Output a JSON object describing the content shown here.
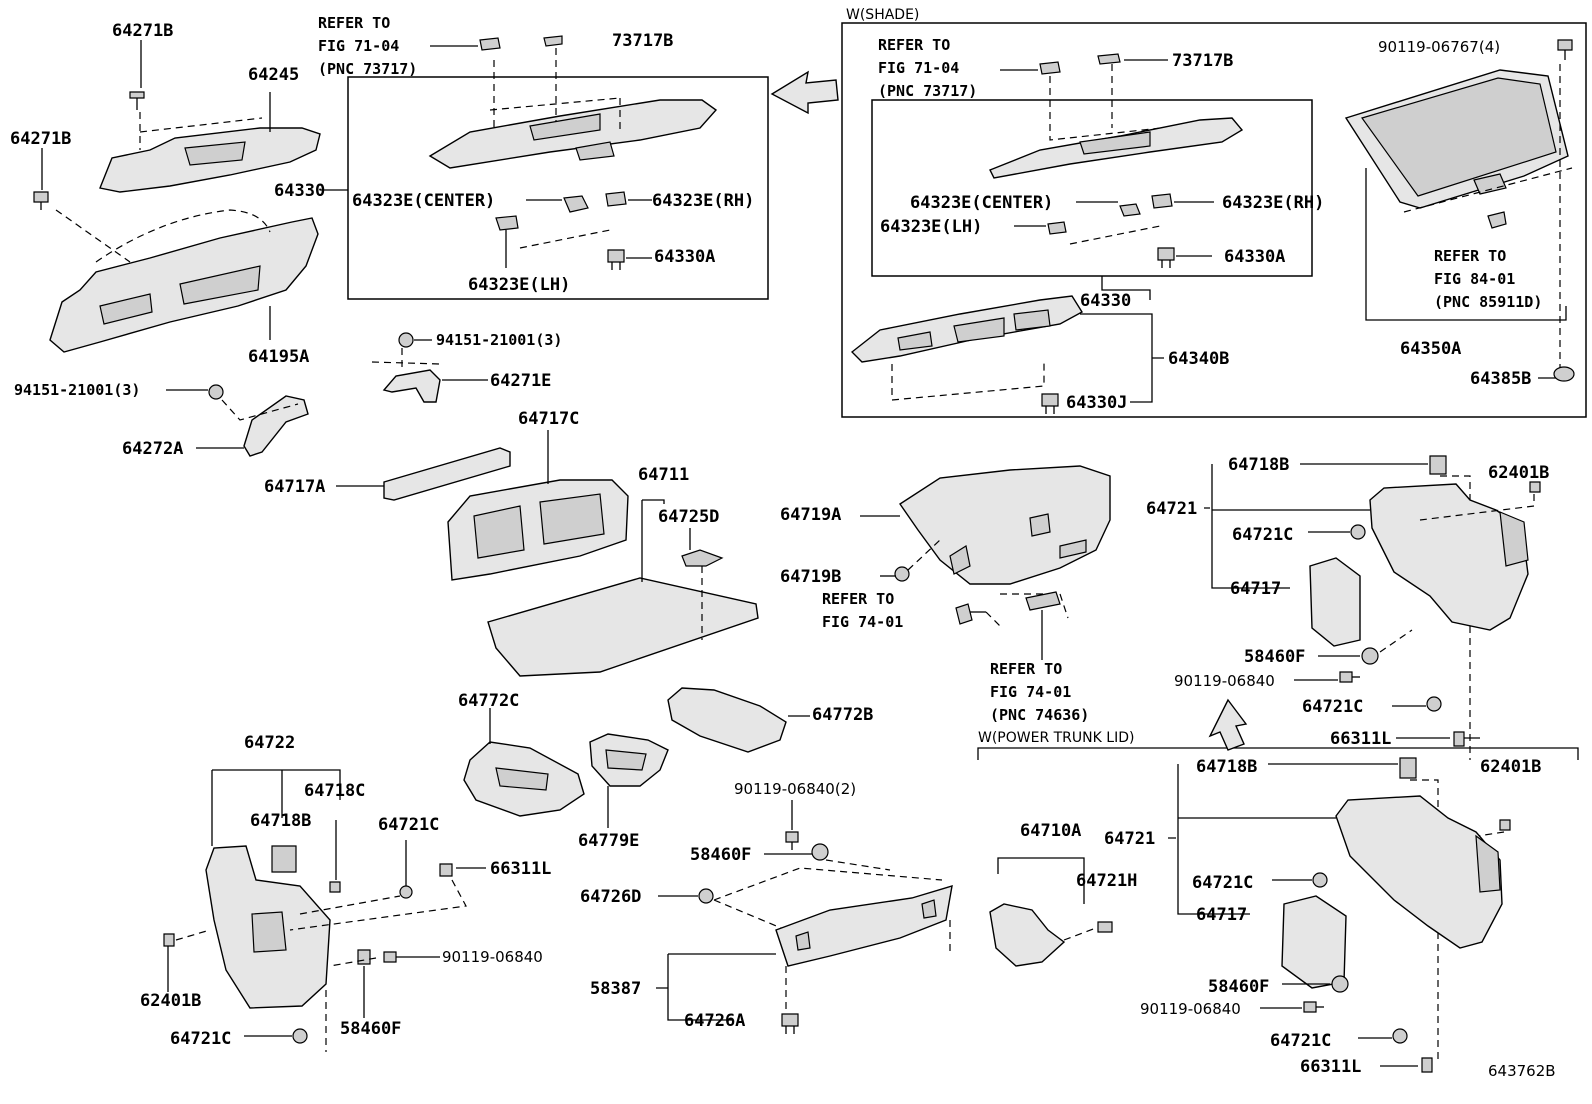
{
  "sections": {
    "shade": "W(SHADE)",
    "power_trunk_lid": "W(POWER TRUNK LID)"
  },
  "refer_notes": {
    "ref_71_04_left": [
      "REFER TO",
      "FIG 71-04",
      "(PNC 73717)"
    ],
    "ref_71_04_right": [
      "REFER TO",
      "FIG 71-04",
      "(PNC 73717)"
    ],
    "ref_84_01": [
      "REFER TO",
      "FIG 84-01",
      "(PNC 85911D)"
    ],
    "ref_74_01_a": [
      "REFER TO",
      "FIG 74-01"
    ],
    "ref_74_01_b": [
      "REFER TO",
      "FIG 74-01",
      "(PNC 74636)"
    ]
  },
  "labels": {
    "p64271B_top": "64271B",
    "p64245": "64245",
    "p64271B_left": "64271B",
    "p64330_left": "64330",
    "p64195A": "64195A",
    "p73717B_left": "73717B",
    "p64323E_center_left": "64323E(CENTER)",
    "p64323E_rh_left": "64323E(RH)",
    "p64323E_lh_left": "64323E(LH)",
    "p64330A_left": "64330A",
    "p94151_upper": "94151-21001(3)",
    "p64271E": "64271E",
    "p94151_lower": "94151-21001(3)",
    "p64272A": "64272A",
    "p64717C": "64717C",
    "p64717A": "64717A",
    "p64711": "64711",
    "p64725D": "64725D",
    "p64772C": "64772C",
    "p64772B": "64772B",
    "p64779E": "64779E",
    "p64719A": "64719A",
    "p64719B": "64719B",
    "p73717B_right": "73717B",
    "p90119_06767": "90119-06767(4)",
    "p64323E_center_right": "64323E(CENTER)",
    "p64323E_rh_right": "64323E(RH)",
    "p64323E_lh_right": "64323E(LH)",
    "p64330A_right": "64330A",
    "p64330_right": "64330",
    "p64340B": "64340B",
    "p64330J": "64330J",
    "p64350A": "64350A",
    "p64385B": "64385B",
    "p64718B_upper": "64718B",
    "p62401B_upper": "62401B",
    "p64721_upper": "64721",
    "p64721C_upper1": "64721C",
    "p64717_upper": "64717",
    "p58460F_upper": "58460F",
    "p90119_06840_upper": "90119-06840",
    "p64721C_upper2": "64721C",
    "p66311L_upper": "66311L",
    "p64722": "64722",
    "p64718C": "64718C",
    "p64718B_left": "64718B",
    "p64721C_mid": "64721C",
    "p66311L_mid": "66311L",
    "p90119_06840_mid": "90119-06840",
    "p62401B_left": "62401B",
    "p58460F_mid": "58460F",
    "p64721C_bottom_left": "64721C",
    "p90119_06840_2": "90119-06840(2)",
    "p58460F_center": "58460F",
    "p64726D": "64726D",
    "p58387": "58387",
    "p64726A": "64726A",
    "p64710A": "64710A",
    "p64721H": "64721H",
    "p64718B_lower": "64718B",
    "p62401B_lower": "62401B",
    "p64721_lower": "64721",
    "p64721C_lower1": "64721C",
    "p64717_lower": "64717",
    "p58460F_lower": "58460F",
    "p90119_06840_lower": "90119-06840",
    "p64721C_lower2": "64721C",
    "p66311L_lower": "66311L"
  },
  "figure_code": "643762B"
}
